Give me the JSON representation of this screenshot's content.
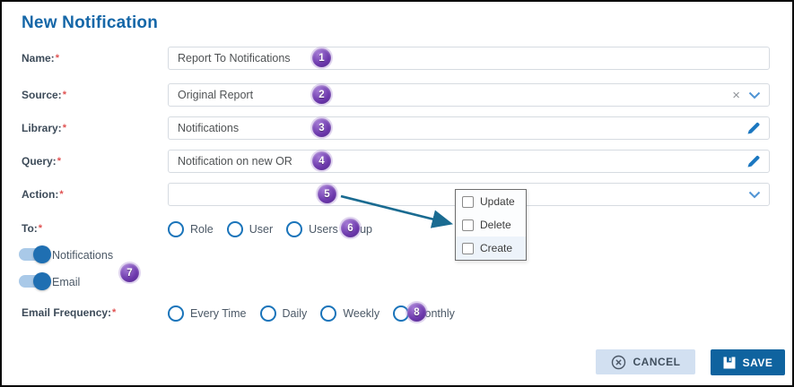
{
  "window": {
    "title": "New Notification"
  },
  "badges": [
    "1",
    "2",
    "3",
    "4",
    "5",
    "6",
    "7",
    "8"
  ],
  "icons": {
    "clear": "×"
  },
  "fields": [
    {
      "label": "Name:",
      "required": "*",
      "value": "Report To Notifications"
    },
    {
      "label": "Source:",
      "required": "*",
      "value": "Original Report"
    },
    {
      "label": "Library:",
      "required": "*",
      "value": "Notifications"
    },
    {
      "label": "Query:",
      "required": "*",
      "value": "Notification on new OR"
    },
    {
      "label": "Action:",
      "required": "*",
      "value": ""
    }
  ],
  "action_dropdown": {
    "options": [
      {
        "label": "Update",
        "checked": false
      },
      {
        "label": "Delete",
        "checked": false
      },
      {
        "label": "Create",
        "checked": false
      }
    ]
  },
  "to": {
    "label": "To:",
    "required": "*",
    "options": [
      "Role",
      "User",
      "Users Group"
    ],
    "selected": null
  },
  "toggles": [
    {
      "label": "Notifications",
      "state": "on"
    },
    {
      "label": "Email",
      "state": "on"
    }
  ],
  "email_frequency": {
    "label": "Email Frequency:",
    "required": "*",
    "options": [
      "Every Time",
      "Daily",
      "Weekly",
      "Monthly"
    ],
    "selected": null
  },
  "buttons": {
    "cancel": "CANCEL",
    "save": "SAVE"
  },
  "colors": {
    "title_blue": "#1567a8",
    "badge_purple": "#5c2b95",
    "icon_blue": "#1b77c0",
    "radio_blue": "#1a74ba",
    "toggle_track": "#a9c9e8",
    "toggle_knob": "#1f6fb2",
    "arrow_teal": "#1a6b91",
    "cancel_bg": "#d2e0f1",
    "save_bg": "#0f639f",
    "required_red": "#e05252"
  }
}
